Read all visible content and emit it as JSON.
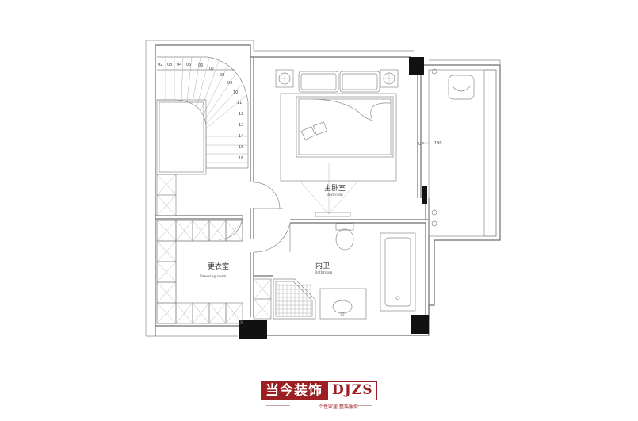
{
  "rooms": {
    "master_bedroom": {
      "cn": "主卧室",
      "en": "Bedroom"
    },
    "dressing_room": {
      "cn": "更衣室",
      "en": "Dressing room"
    },
    "bathroom": {
      "cn": "内卫",
      "en": "Bathroom"
    }
  },
  "stairs": {
    "step_numbers": [
      "02",
      "03",
      "04",
      "05",
      "06",
      "07",
      "08",
      "09",
      "10",
      "11",
      "12",
      "13",
      "14",
      "15",
      "16"
    ]
  },
  "annotations": {
    "up_label": "UP",
    "dimension": "180"
  },
  "brand": {
    "name_cn": "当今装饰",
    "name_en": "DJZS",
    "slogan": "个性家居 整装服务"
  },
  "colors": {
    "brand_red": "#9c1f24",
    "wall": "#6e6e6e",
    "pillar": "#111111"
  }
}
